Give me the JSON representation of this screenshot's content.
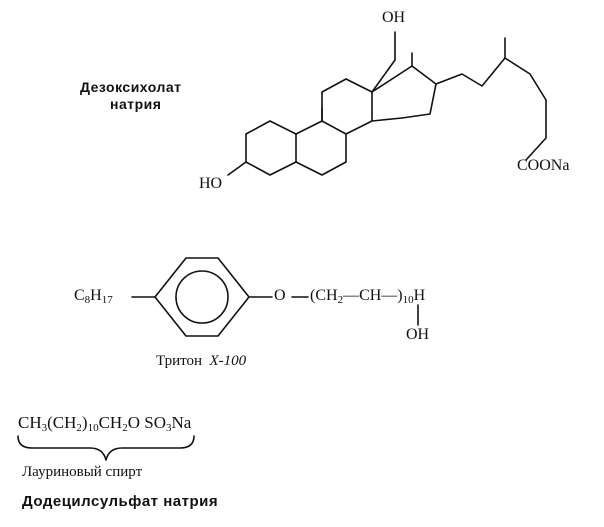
{
  "deoxycholate": {
    "name_line1": "Дезоксихолат",
    "name_line2": "натрия",
    "oh_top": "OH",
    "ho_left": "HO",
    "coona": "COONa"
  },
  "triton": {
    "alkyl_main": "C",
    "alkyl_sub1": "8",
    "alkyl_mid": "H",
    "alkyl_sub2": "17",
    "oxygen": "O",
    "chain_open": "(CH",
    "chain_ch2_sub": "2",
    "chain_mid": "—CH—",
    "chain_close": ")",
    "chain_repeat_sub": "10",
    "chain_h": "H",
    "oh_below": "OH",
    "name_word": "Тритон",
    "name_code": "X-100"
  },
  "sds": {
    "formula_part1": "CH",
    "formula_sub3": "3",
    "formula_part2": "(CH",
    "formula_sub2": "2",
    "formula_part3": ")",
    "formula_sub10": "10",
    "formula_part4": "CH",
    "formula_sub2b": "2",
    "formula_part5": "O",
    "formula_so3na_a": "SO",
    "formula_so3na_sub": "3",
    "formula_so3na_b": "Na",
    "brace_label": "Лауриновый спирт",
    "name": "Додецилсульфат натрия"
  }
}
